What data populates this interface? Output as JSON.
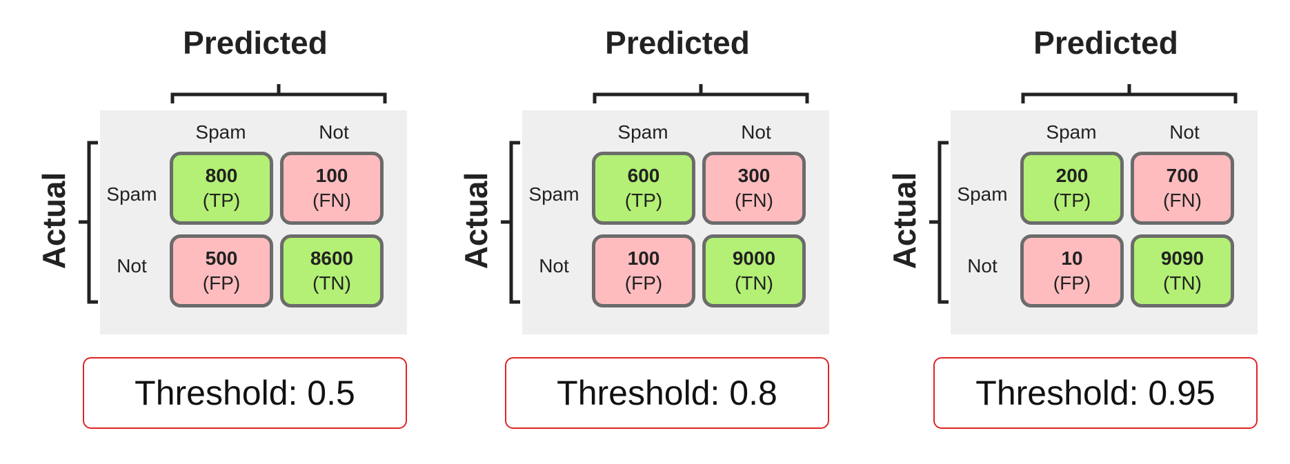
{
  "colors": {
    "correct_fill": "#b3f075",
    "error_fill": "#ffbcbf",
    "cell_border": "#6b6b6b",
    "matrix_background": "#efefef",
    "threshold_border": "#e02424",
    "bracket": "#222222"
  },
  "panels": [
    {
      "predicted_label": "Predicted",
      "actual_label": "Actual",
      "columns": [
        "Spam",
        "Not"
      ],
      "rows": [
        "Spam",
        "Not"
      ],
      "cells": [
        {
          "value": "800",
          "tag": "(TP)",
          "kind": "correct"
        },
        {
          "value": "100",
          "tag": "(FN)",
          "kind": "error"
        },
        {
          "value": "500",
          "tag": "(FP)",
          "kind": "error"
        },
        {
          "value": "8600",
          "tag": "(TN)",
          "kind": "correct"
        }
      ],
      "threshold_text": "Threshold: 0.5"
    },
    {
      "predicted_label": "Predicted",
      "actual_label": "Actual",
      "columns": [
        "Spam",
        "Not"
      ],
      "rows": [
        "Spam",
        "Not"
      ],
      "cells": [
        {
          "value": "600",
          "tag": "(TP)",
          "kind": "correct"
        },
        {
          "value": "300",
          "tag": "(FN)",
          "kind": "error"
        },
        {
          "value": "100",
          "tag": "(FP)",
          "kind": "error"
        },
        {
          "value": "9000",
          "tag": "(TN)",
          "kind": "correct"
        }
      ],
      "threshold_text": "Threshold: 0.8"
    },
    {
      "predicted_label": "Predicted",
      "actual_label": "Actual",
      "columns": [
        "Spam",
        "Not"
      ],
      "rows": [
        "Spam",
        "Not"
      ],
      "cells": [
        {
          "value": "200",
          "tag": "(TP)",
          "kind": "correct"
        },
        {
          "value": "700",
          "tag": "(FN)",
          "kind": "error"
        },
        {
          "value": "10",
          "tag": "(FP)",
          "kind": "error"
        },
        {
          "value": "9090",
          "tag": "(TN)",
          "kind": "correct"
        }
      ],
      "threshold_text": "Threshold: 0.95"
    }
  ]
}
